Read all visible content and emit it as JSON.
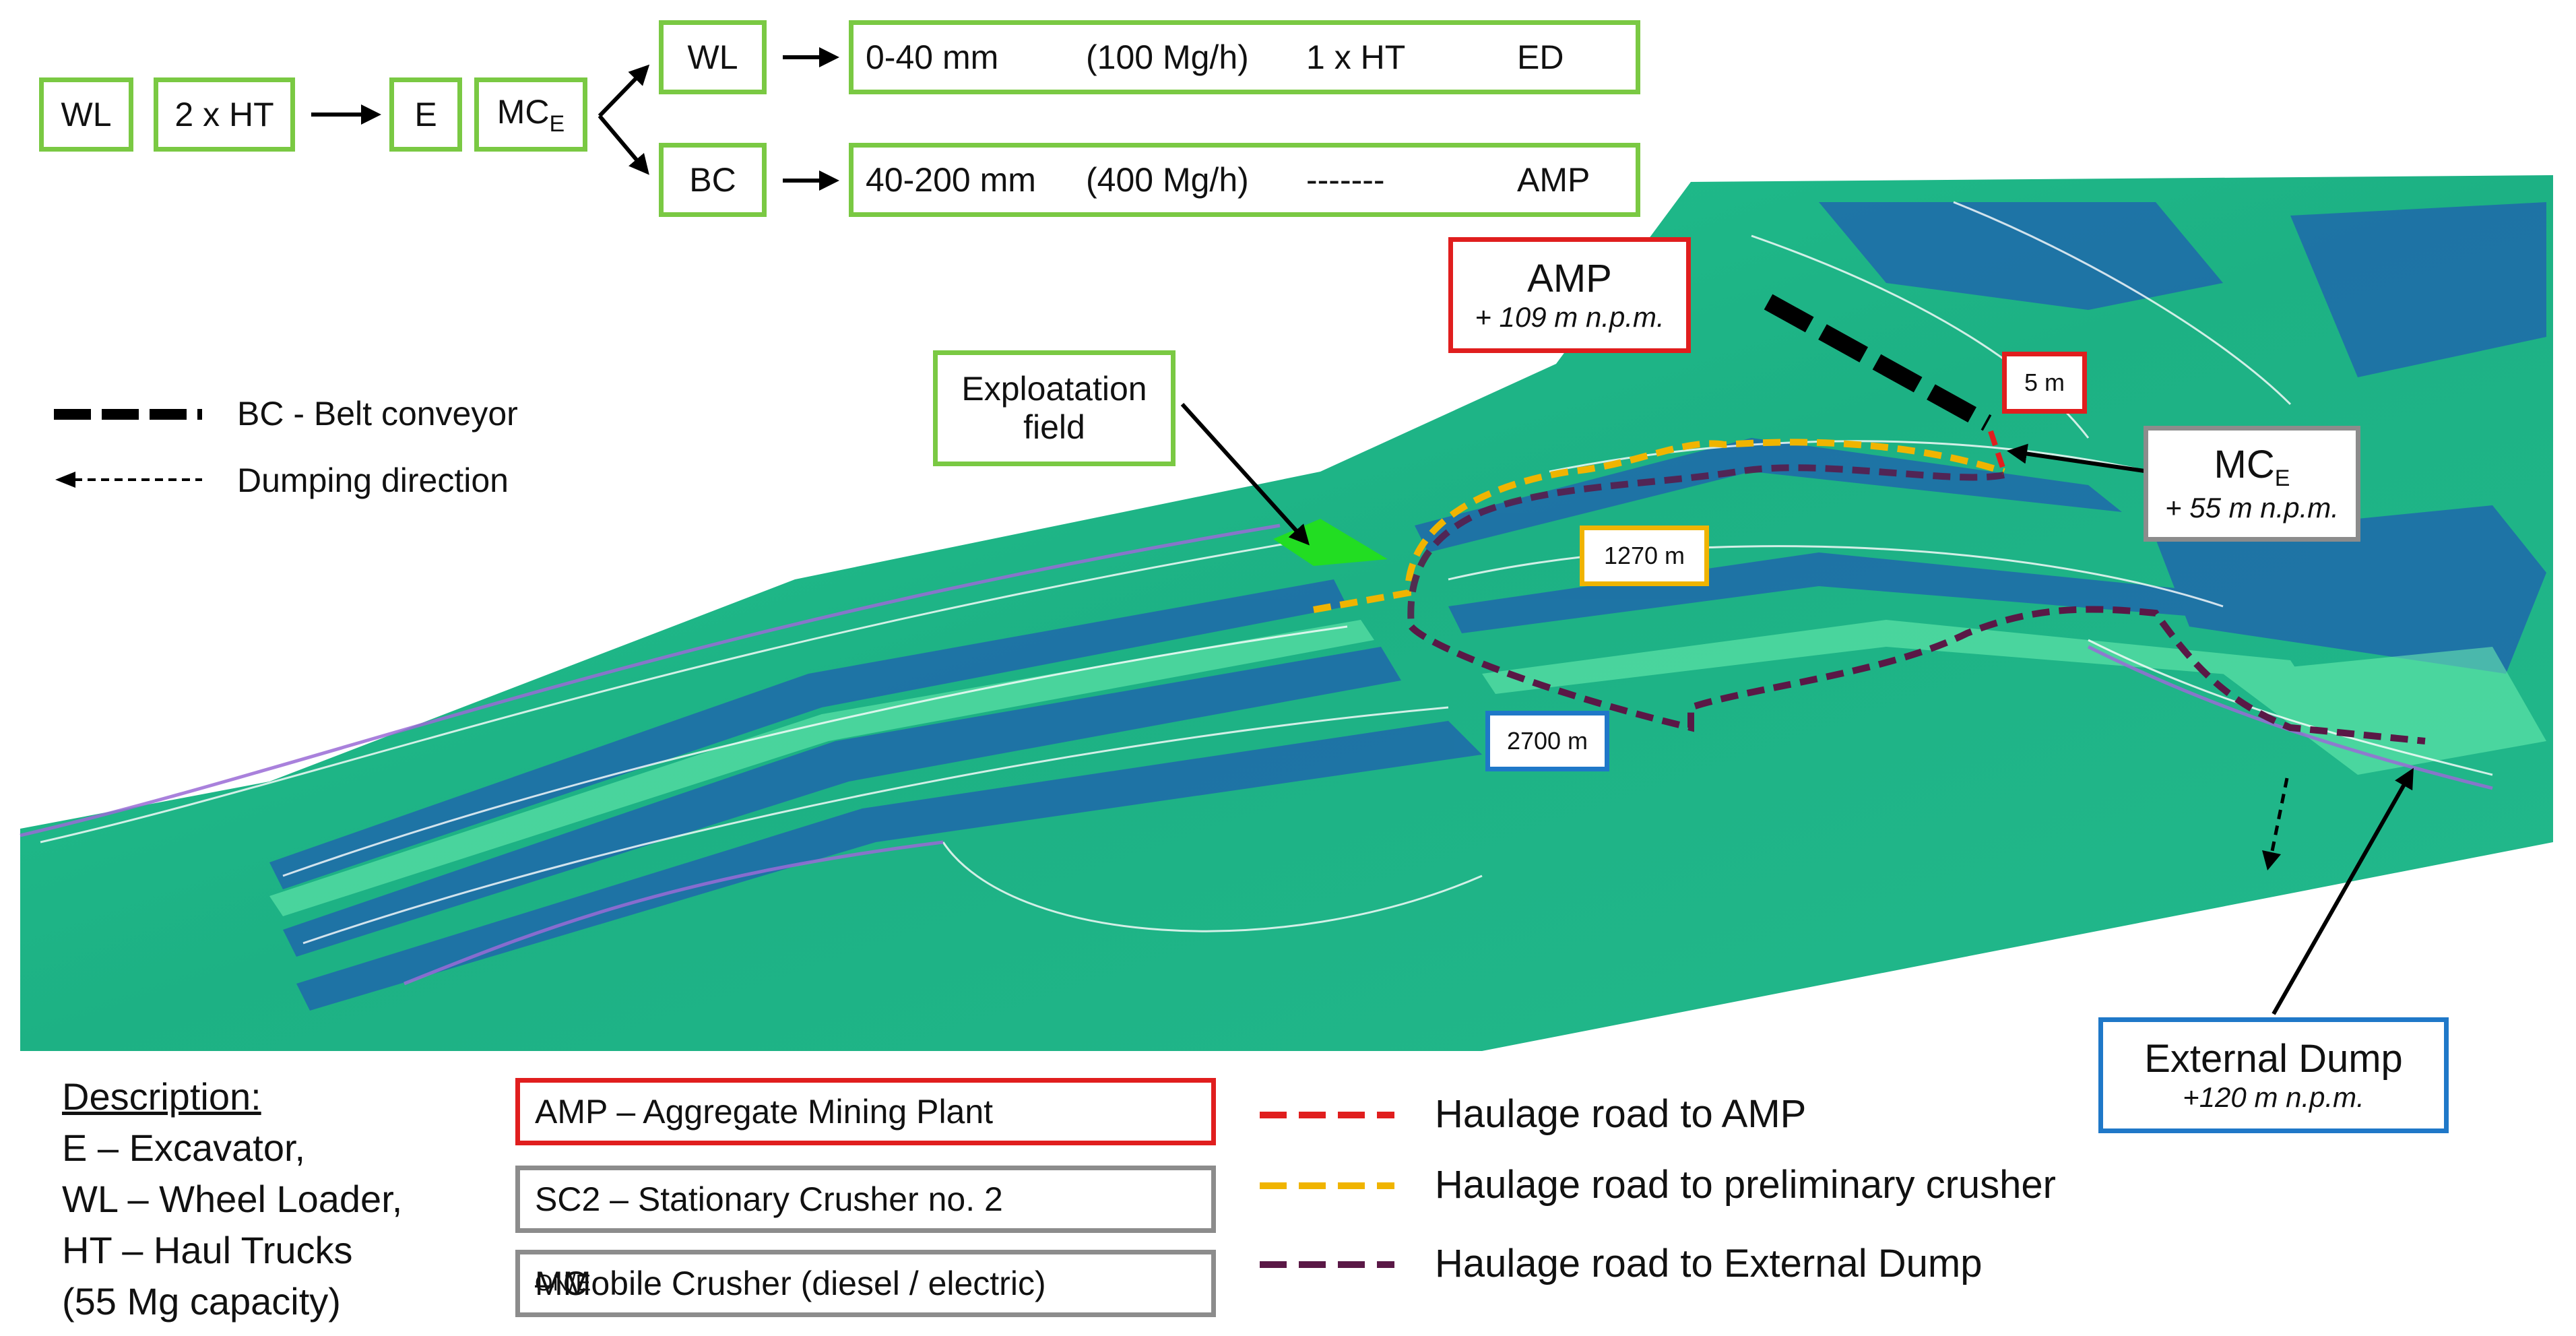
{
  "flow": {
    "wl": "WL",
    "ht": "2 x HT",
    "e": "E",
    "mc_main": "MC",
    "mc_sub": "E",
    "branch_top": {
      "machine": "WL",
      "fraction": "0-40 mm",
      "throughput": "(100 Mg/h)",
      "trucks": "1 x HT",
      "destination": "ED"
    },
    "branch_bottom": {
      "machine": "BC",
      "fraction": "40-200 mm",
      "throughput": "(400 Mg/h)",
      "trucks": "-------",
      "destination": "AMP"
    }
  },
  "legend_lines": {
    "belt": "BC - Belt conveyor",
    "dumping": "Dumping direction"
  },
  "map_labels": {
    "amp_title": "AMP",
    "amp_elev": "+ 109 m n.p.m.",
    "five_m": "5 m",
    "mce_main": "MC",
    "mce_sub": "E",
    "mce_elev": "+ 55 m n.p.m.",
    "field_line1": "Exploatation",
    "field_line2": "field",
    "dist_1270": "1270 m",
    "dist_2700": "2700 m",
    "dump_title": "External Dump",
    "dump_elev": "+120 m n.p.m."
  },
  "description": {
    "heading": "Description:",
    "lines": [
      "E – Excavator,",
      "WL – Wheel Loader,",
      "HT – Haul Trucks",
      "(55 Mg capacity)"
    ]
  },
  "key_boxes": {
    "amp": "AMP – Aggregate Mining Plant",
    "sc2": "SC2 – Stationary Crusher no. 2",
    "mc_main": "MC",
    "mc_sub": "ON/E",
    "mc_rest": " – Mobile Crusher (diesel / electric)"
  },
  "road_legend": {
    "amp": "Haulage road to AMP",
    "prelim": "Haulage road to preliminary crusher",
    "dump": "Haulage road to External Dump"
  },
  "colors": {
    "green_border": "#7ac943",
    "red": "#e01e1e",
    "amber": "#f0b400",
    "purple": "#5a1846",
    "blue": "#1f78c8",
    "grey": "#8c8c8c",
    "terrain": "#1fb98a"
  }
}
